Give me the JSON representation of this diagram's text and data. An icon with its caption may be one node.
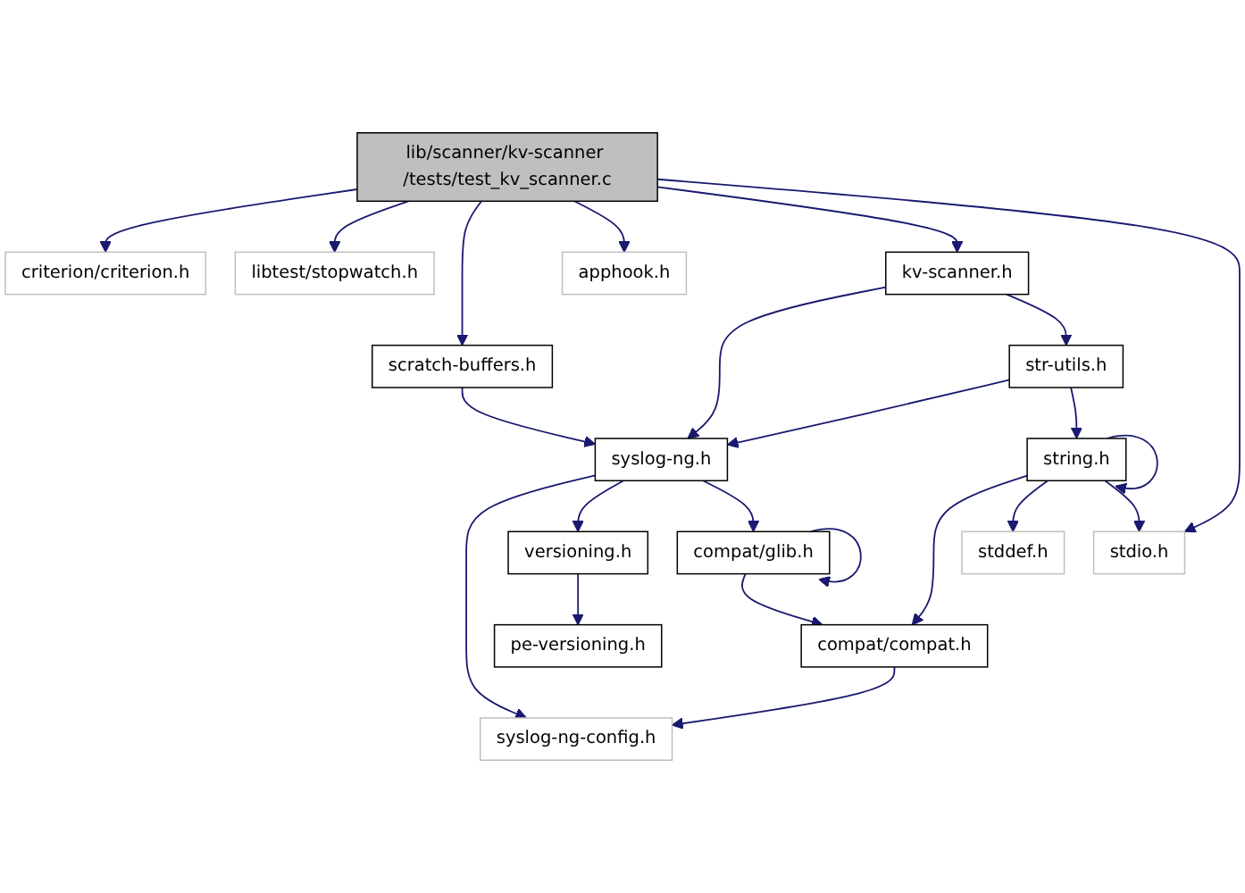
{
  "diagram": {
    "nodes": [
      {
        "text": [
          "lib/scanner/kv-scanner /tests/test_kv_scanner.c"
        ]
      },
      {
        "text": [
          "criterion/criterion.h"
        ]
      },
      {
        "text": [
          "libtest/stopwatch.h"
        ]
      },
      {
        "text": [
          "apphook.h"
        ]
      },
      {
        "text": [
          "kv-scanner.h"
        ]
      },
      {
        "text": [
          "scratch-buffers.h"
        ]
      },
      {
        "text": [
          "str-utils.h"
        ]
      },
      {
        "text": [
          "syslog-ng.h"
        ]
      },
      {
        "text": [
          "string.h"
        ]
      },
      {
        "text": [
          "stdio.h"
        ]
      },
      {
        "text": [
          "versioning.h"
        ]
      },
      {
        "text": [
          "compat/glib.h"
        ]
      },
      {
        "text": [
          "stddef.h"
        ]
      },
      {
        "text": [
          "pe-versioning.h"
        ]
      },
      {
        "text": [
          "compat/compat.h"
        ]
      },
      {
        "text": [
          "syslog-ng-config.h"
        ]
      }
    ],
    "edges": [
      {
        "from": 0,
        "to": 1,
        "arrow": "to"
      },
      {
        "from": 0,
        "to": 2,
        "arrow": "to"
      },
      {
        "from": 0,
        "to": 5,
        "arrow": "to"
      },
      {
        "from": 0,
        "to": 3,
        "arrow": "to"
      },
      {
        "from": 0,
        "to": 4,
        "arrow": "to"
      },
      {
        "from": 0,
        "to": 9,
        "arrow": "to"
      },
      {
        "from": 4,
        "to": 7,
        "arrow": "to"
      },
      {
        "from": 4,
        "to": 6,
        "arrow": "to"
      },
      {
        "from": 5,
        "to": 7,
        "arrow": "to"
      },
      {
        "from": 6,
        "to": 7,
        "arrow": "to"
      },
      {
        "from": 6,
        "to": 8,
        "arrow": "to"
      },
      {
        "from": 7,
        "to": 15,
        "arrow": "to"
      },
      {
        "from": 7,
        "to": 10,
        "arrow": "to"
      },
      {
        "from": 7,
        "to": 11,
        "arrow": "to"
      },
      {
        "from": 8,
        "to": 8,
        "arrow": "to"
      },
      {
        "from": 8,
        "to": 14,
        "arrow": "to"
      },
      {
        "from": 8,
        "to": 12,
        "arrow": "to"
      },
      {
        "from": 8,
        "to": 9,
        "arrow": "to"
      },
      {
        "from": 10,
        "to": 13,
        "arrow": "to"
      },
      {
        "from": 11,
        "to": 11,
        "arrow": "to"
      },
      {
        "from": 11,
        "to": 14,
        "arrow": "to"
      },
      {
        "from": 14,
        "to": 15,
        "arrow": "to"
      }
    ]
  }
}
